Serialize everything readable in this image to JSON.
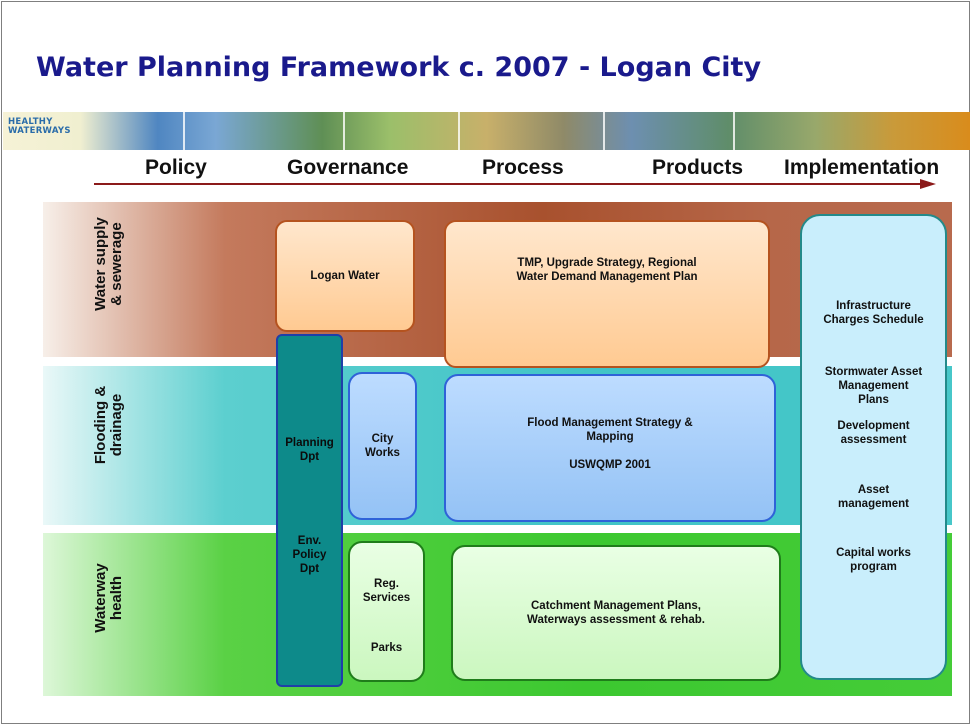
{
  "title": "Water Planning Framework c. 2007 - Logan City",
  "banner": {
    "logo_line1": "HEALTHY",
    "logo_line2": "WATERWAYS"
  },
  "stages": [
    "Policy",
    "Governance",
    "Process",
    "Products",
    "Implementation"
  ],
  "bands": [
    {
      "label": "Water supply\n& sewerage",
      "color": "#a8512e"
    },
    {
      "label": "Flooding &\ndrainage",
      "color": "#41c4c6"
    },
    {
      "label": "Waterway\nhealth",
      "color": "#3cc830"
    }
  ],
  "boxes": {
    "logan_water": "Logan Water",
    "tmp": "TMP, Upgrade Strategy, Regional\nWater Demand Management Plan",
    "planning_dpt": "Planning\nDpt",
    "env_policy_dpt": "Env.\nPolicy\nDpt",
    "city_works": "City\nWorks",
    "flood_strategy": "Flood Management Strategy &\nMapping",
    "uswqmp": "USWQMP 2001",
    "reg_services": "Reg.\nServices",
    "parks": "Parks",
    "catchment": "Catchment Management Plans,\nWaterways assessment & rehab."
  },
  "implementation": [
    "Infrastructure\nCharges Schedule",
    "Stormwater Asset\nManagement\nPlans",
    "Development\nassessment",
    "Asset\nmanagement",
    "Capital works\nprogram"
  ],
  "colors": {
    "title": "#1a1a8c",
    "arrow": "#8b1a1a"
  }
}
